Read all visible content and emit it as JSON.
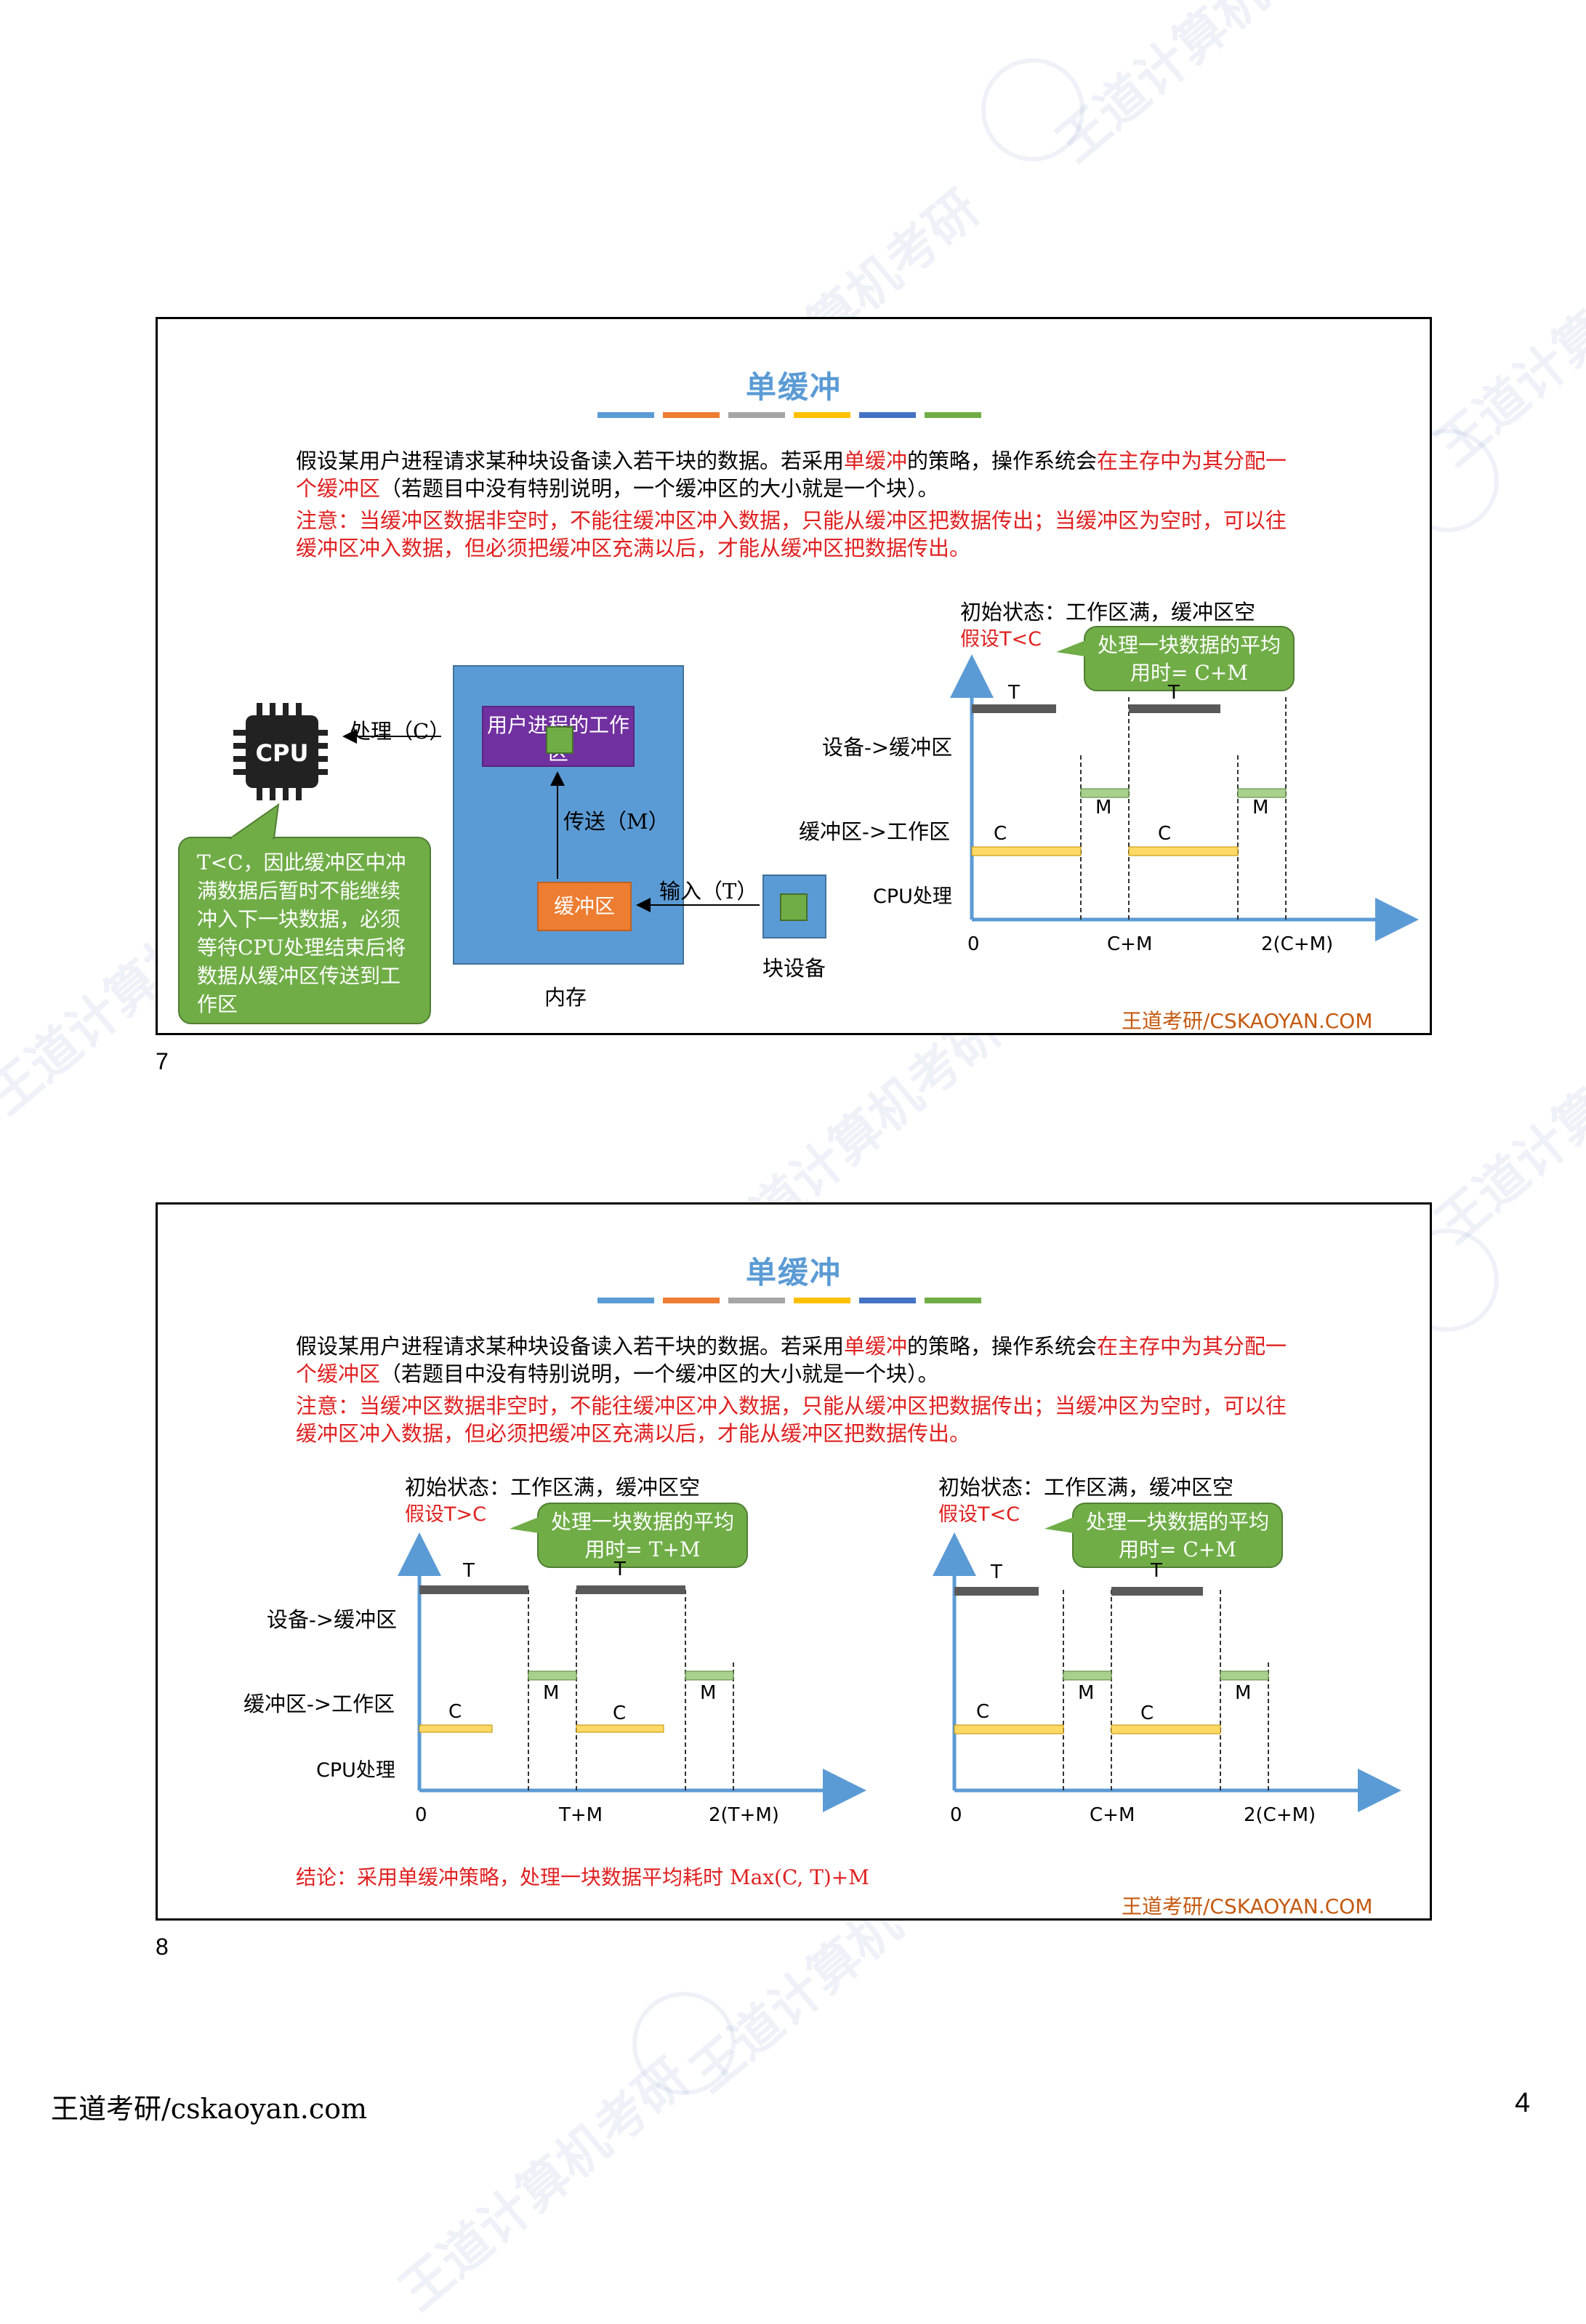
{
  "slide1": {
    "title": "单缓冲",
    "bar_colors": [
      "#5b9bd5",
      "#ed7d31",
      "#a5a5a5",
      "#ffc000",
      "#4472c4",
      "#70ad47"
    ],
    "intro": {
      "p1": "假设某用户进程请求某种块设备读入若干块的数据。若采用",
      "hl1": "单缓冲",
      "p2": "的策略，操作系统会",
      "hl2": "在主存中为其分配一个缓冲区",
      "p3": "（若题目中没有特别说明，一个缓冲区的大小就是一个块）。"
    },
    "note": "注意：当缓冲区数据非空时，不能往缓冲区冲入数据，只能从缓冲区把数据传出；当缓冲区为空时，可以往缓冲区冲入数据，但必须把缓冲区充满以后，才能从缓冲区把数据传出。",
    "diagram": {
      "cpu_label": "CPU",
      "process_label": "处理（C）",
      "user_area": "用户进程的工作区",
      "transfer_label": "传送（M）",
      "buffer": "缓冲区",
      "input_label": "输入（T）",
      "block_device": "块设备",
      "memory": "内存",
      "callout": "T<C，因此缓冲区中冲满数据后暂时不能继续冲入下一块数据，必须等待CPU处理结束后将数据从缓冲区传送到工作区"
    },
    "timeline": {
      "state": "初始状态：工作区满，缓冲区空",
      "assume": "假设T<C",
      "callout": "处理一块数据的平均用时= C+M",
      "rows": [
        "设备->缓冲区",
        "缓冲区->工作区",
        "CPU处理"
      ],
      "xticks": [
        "0",
        "C+M",
        "2(C+M)"
      ],
      "T": "T",
      "M": "M",
      "C": "C"
    },
    "brand": "王道考研/CSKAOYAN.COM",
    "number": "7"
  },
  "slide2": {
    "title": "单缓冲",
    "intro": {
      "p1": "假设某用户进程请求某种块设备读入若干块的数据。若采用",
      "hl1": "单缓冲",
      "p2": "的策略，操作系统会",
      "hl2": "在主存中为其分配一个缓冲区",
      "p3": "（若题目中没有特别说明，一个缓冲区的大小就是一个块）。"
    },
    "note": "注意：当缓冲区数据非空时，不能往缓冲区冲入数据，只能从缓冲区把数据传出；当缓冲区为空时，可以往缓冲区冲入数据，但必须把缓冲区充满以后，才能从缓冲区把数据传出。",
    "left": {
      "state": "初始状态：工作区满，缓冲区空",
      "assume": "假设T>C",
      "callout": "处理一块数据的平均用时= T+M",
      "rows": [
        "设备->缓冲区",
        "缓冲区->工作区",
        "CPU处理"
      ],
      "xticks": [
        "0",
        "T+M",
        "2(T+M)"
      ]
    },
    "right": {
      "state": "初始状态：工作区满，缓冲区空",
      "assume": "假设T<C",
      "callout": "处理一块数据的平均用时= C+M",
      "xticks": [
        "0",
        "C+M",
        "2(C+M)"
      ]
    },
    "conclusion": "结论：采用单缓冲策略，处理一块数据平均耗时 Max(C, T)+M",
    "brand": "王道考研/CSKAOYAN.COM",
    "number": "8"
  },
  "page": {
    "footer_left": "王道考研/cskaoyan.com",
    "page_number": "4"
  }
}
